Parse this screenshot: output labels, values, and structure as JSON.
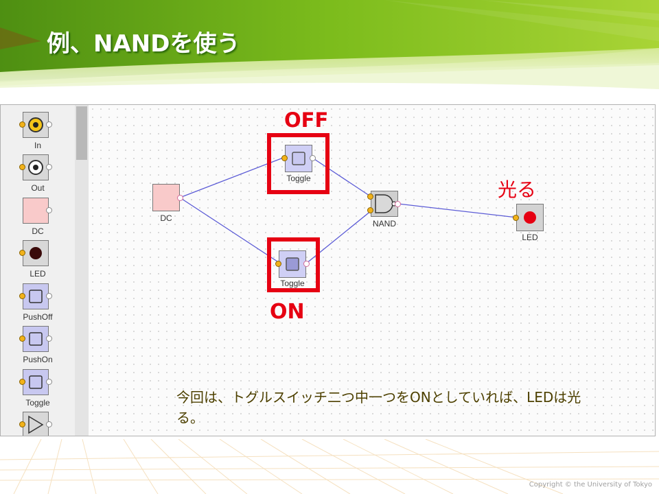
{
  "slide": {
    "title": "例、NANDを使う",
    "copyright": "Copyright © the University of Tokyo",
    "colors": {
      "title": "#ffffff",
      "header_green": "#6aa81a",
      "light_green": "#c9e27a",
      "highlight": "#e60012",
      "caption": "#4d4000"
    }
  },
  "palette": {
    "items": [
      {
        "label": "In",
        "icon": "input-icon"
      },
      {
        "label": "Out",
        "icon": "output-icon"
      },
      {
        "label": "DC",
        "icon": "dc-icon"
      },
      {
        "label": "LED",
        "icon": "led-icon"
      },
      {
        "label": "PushOff",
        "icon": "pushoff-icon"
      },
      {
        "label": "PushOn",
        "icon": "pushon-icon"
      },
      {
        "label": "Toggle",
        "icon": "toggle-icon"
      },
      {
        "label": "",
        "icon": "buffer-gate-icon"
      }
    ]
  },
  "circuit": {
    "dc_label": "DC",
    "toggle_top_label": "Toggle",
    "toggle_top_state": "OFF",
    "toggle_bottom_label": "Toggle",
    "toggle_bottom_state": "ON",
    "nand_label": "NAND",
    "led_label": "LED",
    "led_status": "光る",
    "led_on": true
  },
  "caption": {
    "text": "今回は、トグルスイッチ二つ中一つをONとしていれば、LEDは光る。"
  }
}
